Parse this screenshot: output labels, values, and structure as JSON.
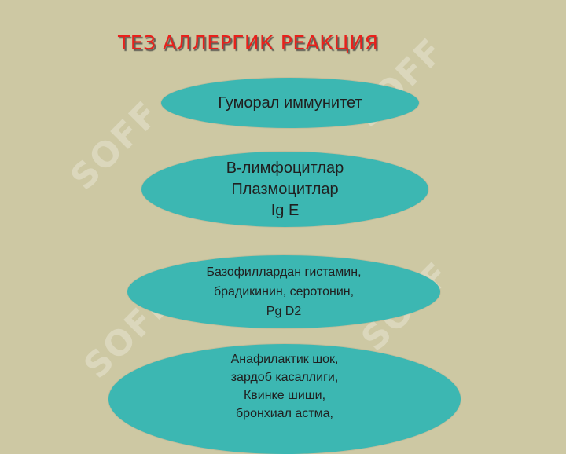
{
  "title": "ТЕЗ АЛЛЕРГИК РЕАКЦИЯ",
  "watermark": {
    "text": "SOFF",
    "color": "#ffffff"
  },
  "nodes": [
    {
      "lines": [
        "Гуморал иммунитет"
      ]
    },
    {
      "lines": [
        "В-лимфоцитлар",
        "Плазмоцитлар",
        "Ig E"
      ]
    },
    {
      "lines": [
        "Базофиллардан гистамин,",
        "брадикинин, серотонин,",
        "Pg D2"
      ]
    },
    {
      "lines": [
        "Анафилактик шок,",
        "зардоб касаллиги,",
        "Квинке шиши,",
        "бронхиал астма,"
      ]
    }
  ],
  "colors": {
    "background": "#cdc8a3",
    "node": "#3cb7b2",
    "title": "#e8211c"
  }
}
